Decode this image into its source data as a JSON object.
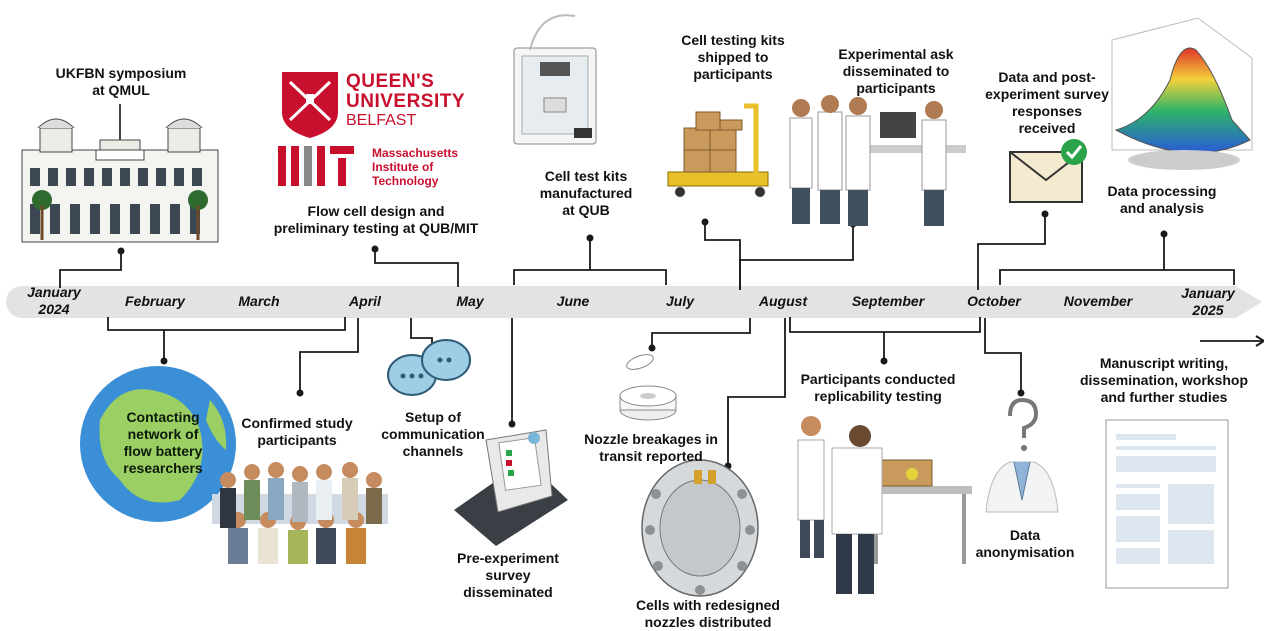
{
  "months": [
    {
      "id": "january-2024",
      "text": "January\n2024"
    },
    {
      "id": "february",
      "text": "February"
    },
    {
      "id": "march",
      "text": "March"
    },
    {
      "id": "april",
      "text": "April"
    },
    {
      "id": "may",
      "text": "May"
    },
    {
      "id": "june",
      "text": "June"
    },
    {
      "id": "july",
      "text": "July"
    },
    {
      "id": "august",
      "text": "August"
    },
    {
      "id": "september",
      "text": "September"
    },
    {
      "id": "october",
      "text": "October"
    },
    {
      "id": "november",
      "text": "November"
    },
    {
      "id": "january-2025",
      "text": "January\n2025"
    }
  ],
  "events_above": [
    {
      "id": "ukfbn-symposium",
      "text": "UKFBN symposium\nat QMUL"
    },
    {
      "id": "flow-cell-design",
      "text": "Flow cell design and\npreliminary testing at QUB/MIT"
    },
    {
      "id": "cell-test-kits-manufactured",
      "text": "Cell test kits\nmanufactured\nat QUB"
    },
    {
      "id": "cell-testing-kits-shipped",
      "text": "Cell testing kits\nshipped to\nparticipants"
    },
    {
      "id": "experimental-task-disseminated",
      "text": "Experimental ask\ndisseminated to\nparticipants"
    },
    {
      "id": "data-survey-received",
      "text": "Data and post-\nexperiment survey\nresponses\nreceived"
    },
    {
      "id": "data-processing",
      "text": "Data processing\nand analysis"
    }
  ],
  "events_below": [
    {
      "id": "contacting-network",
      "text": "Contacting\nnetwork of\nflow battery\nresearchers"
    },
    {
      "id": "confirmed-participants",
      "text": "Confirmed study\nparticipants"
    },
    {
      "id": "setup-communication",
      "text": "Setup of\ncommunication\nchannels"
    },
    {
      "id": "pre-experiment-survey",
      "text": "Pre-experiment\nsurvey\ndisseminated"
    },
    {
      "id": "nozzle-breakages",
      "text": "Nozzle breakages in\ntransit reported"
    },
    {
      "id": "cells-redesigned",
      "text": "Cells with redesigned\nnozzles distributed"
    },
    {
      "id": "replicability-testing",
      "text": "Participants conducted\nreplicability testing"
    },
    {
      "id": "data-anonymisation",
      "text": "Data\nanonymisation"
    },
    {
      "id": "manuscript-writing",
      "text": "Manuscript writing,\ndissemination, workshop\nand further studies"
    }
  ],
  "logos": {
    "qub_line1": "QUEEN'S",
    "qub_line2": "UNIVERSITY",
    "qub_line3": "BELFAST",
    "mit_line1": "Massachusetts",
    "mit_line2": "Institute of",
    "mit_line3": "Technology"
  },
  "colors": {
    "timeline_bar": "#e3e3e3",
    "connector": "#1a1a1a",
    "brand_red": "#c8102e"
  },
  "icons": [
    "building-icon",
    "3d-printer-icon",
    "boxes-cart-icon",
    "scientists-icon",
    "envelope-check-icon",
    "surface-plot-icon",
    "globe-icon",
    "group-photo-icon",
    "chat-bubbles-icon",
    "clipboard-laptop-icon",
    "nozzle-tape-icon",
    "flow-cell-icon",
    "lab-scientists-icon",
    "anonymous-person-icon",
    "document-icon"
  ]
}
